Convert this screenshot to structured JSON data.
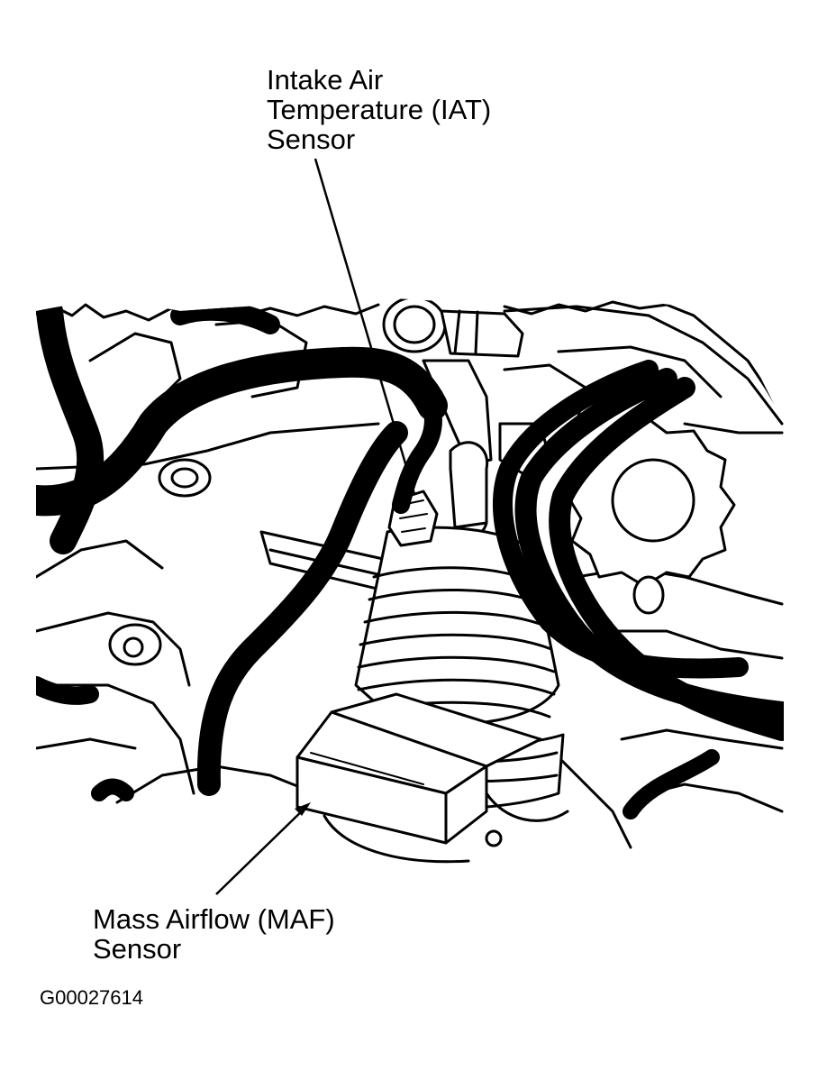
{
  "labels": {
    "iat": [
      "Intake Air",
      "Temperature (IAT)",
      "Sensor"
    ],
    "maf": [
      "Mass Airflow (MAF)",
      "Sensor"
    ]
  },
  "figure_id": "G00027614"
}
